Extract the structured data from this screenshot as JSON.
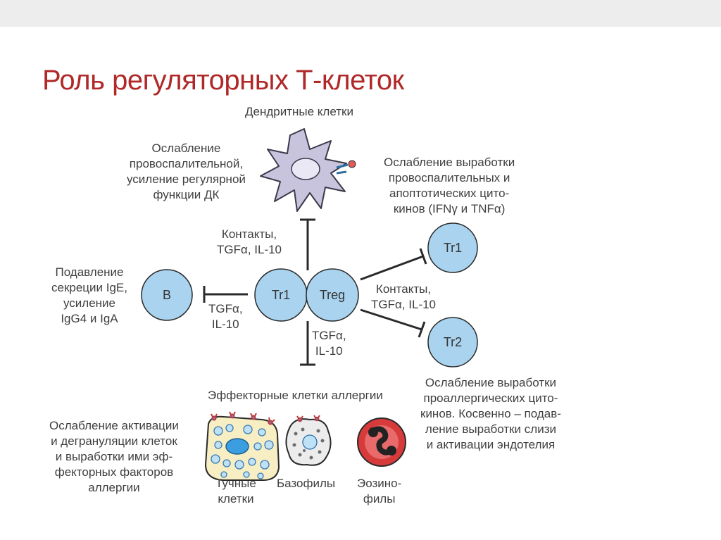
{
  "title": "Роль регуляторных Т-клеток",
  "labels": {
    "dendritic": "Дендритные клетки",
    "dc_effect": "Ослабление\nпровоспалительной,\nусиление регулярной\nфункции ДК",
    "contacts_top": "Контакты,\nTGFα, IL-10",
    "b_effect": "Подавление\nсекреции IgE,\nусиление\nIgG4 и IgA",
    "tgf_left": "TGFα,\nIL-10",
    "tgf_bottom": "TGFα,\nIL-10",
    "contacts_right": "Контакты,\nTGFα, IL-10",
    "tr1_effect": "Ослабление выработки\nпровоспалительных и\nапоптотических цито-\nкинов (IFNγ и TNFα)",
    "tr2_effect": "Ослабление выработки\nпроаллергических цито-\nкинов. Косвенно – подав-\nление выработки слизи\nи активации эндотелия",
    "effector_header": "Эффекторные клетки аллергии",
    "effector_effect": "Ослабление активации\nи дегрануляции клеток\nи выработки ими эф-\nфекторных факторов\nаллергии",
    "mast": "Тучные\nклетки",
    "basophils": "Базофилы",
    "eosinophils": "Эозино-\nфилы"
  },
  "cells": {
    "b": "B",
    "tr1_center": "Tr1",
    "treg": "Treg",
    "tr1_right": "Tr1",
    "tr2_right": "Tr2"
  },
  "colors": {
    "title": "#b02828",
    "cell_fill": "#a9d3ef",
    "cell_stroke": "#2a2a2a",
    "line": "#2a2a2a",
    "dc_fill": "#c9c4de",
    "mast_fill": "#f7eec4",
    "eos_fill": "#d73a3a"
  }
}
